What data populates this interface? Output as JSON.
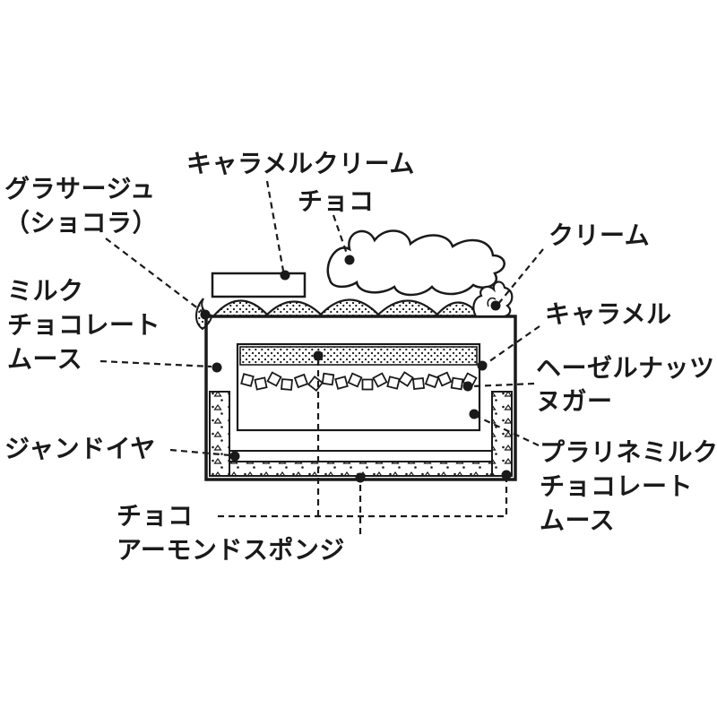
{
  "diagram": {
    "background": "#ffffff",
    "ink": "#1a1a1a",
    "labels": {
      "caramel_cream": "キャラメルクリーム",
      "glacage": {
        "line1": "グラサージュ",
        "line2": "（ショコラ）"
      },
      "choco_top": "チョコ",
      "cream": "クリーム",
      "milk_chocolate_mousse": {
        "line1": "ミルク",
        "line2": "チョコレート",
        "line3": "ムース"
      },
      "caramel": "キャラメル",
      "hazelnut_nougat": {
        "line1": "ヘーゼルナッツ",
        "line2": "ヌガー"
      },
      "gianduja": "ジャンドイヤ",
      "praline_milk_chocolate_mousse": {
        "line1": "プラリネミルク",
        "line2": "チョコレート",
        "line3": "ムース"
      },
      "choco_bottom": "チョコ",
      "almond_sponge": "アーモンドスポンジ"
    }
  }
}
